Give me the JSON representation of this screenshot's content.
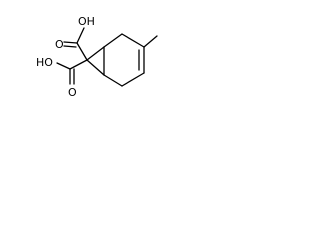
{
  "molecule": {
    "labels": {
      "cooh_top": "OH",
      "cooh_left": "HO",
      "carbonyl_o_top": "O",
      "carbonyl_o_bottom": "O"
    }
  },
  "colors": {
    "bond": "#000000",
    "background": "#ffffff"
  }
}
